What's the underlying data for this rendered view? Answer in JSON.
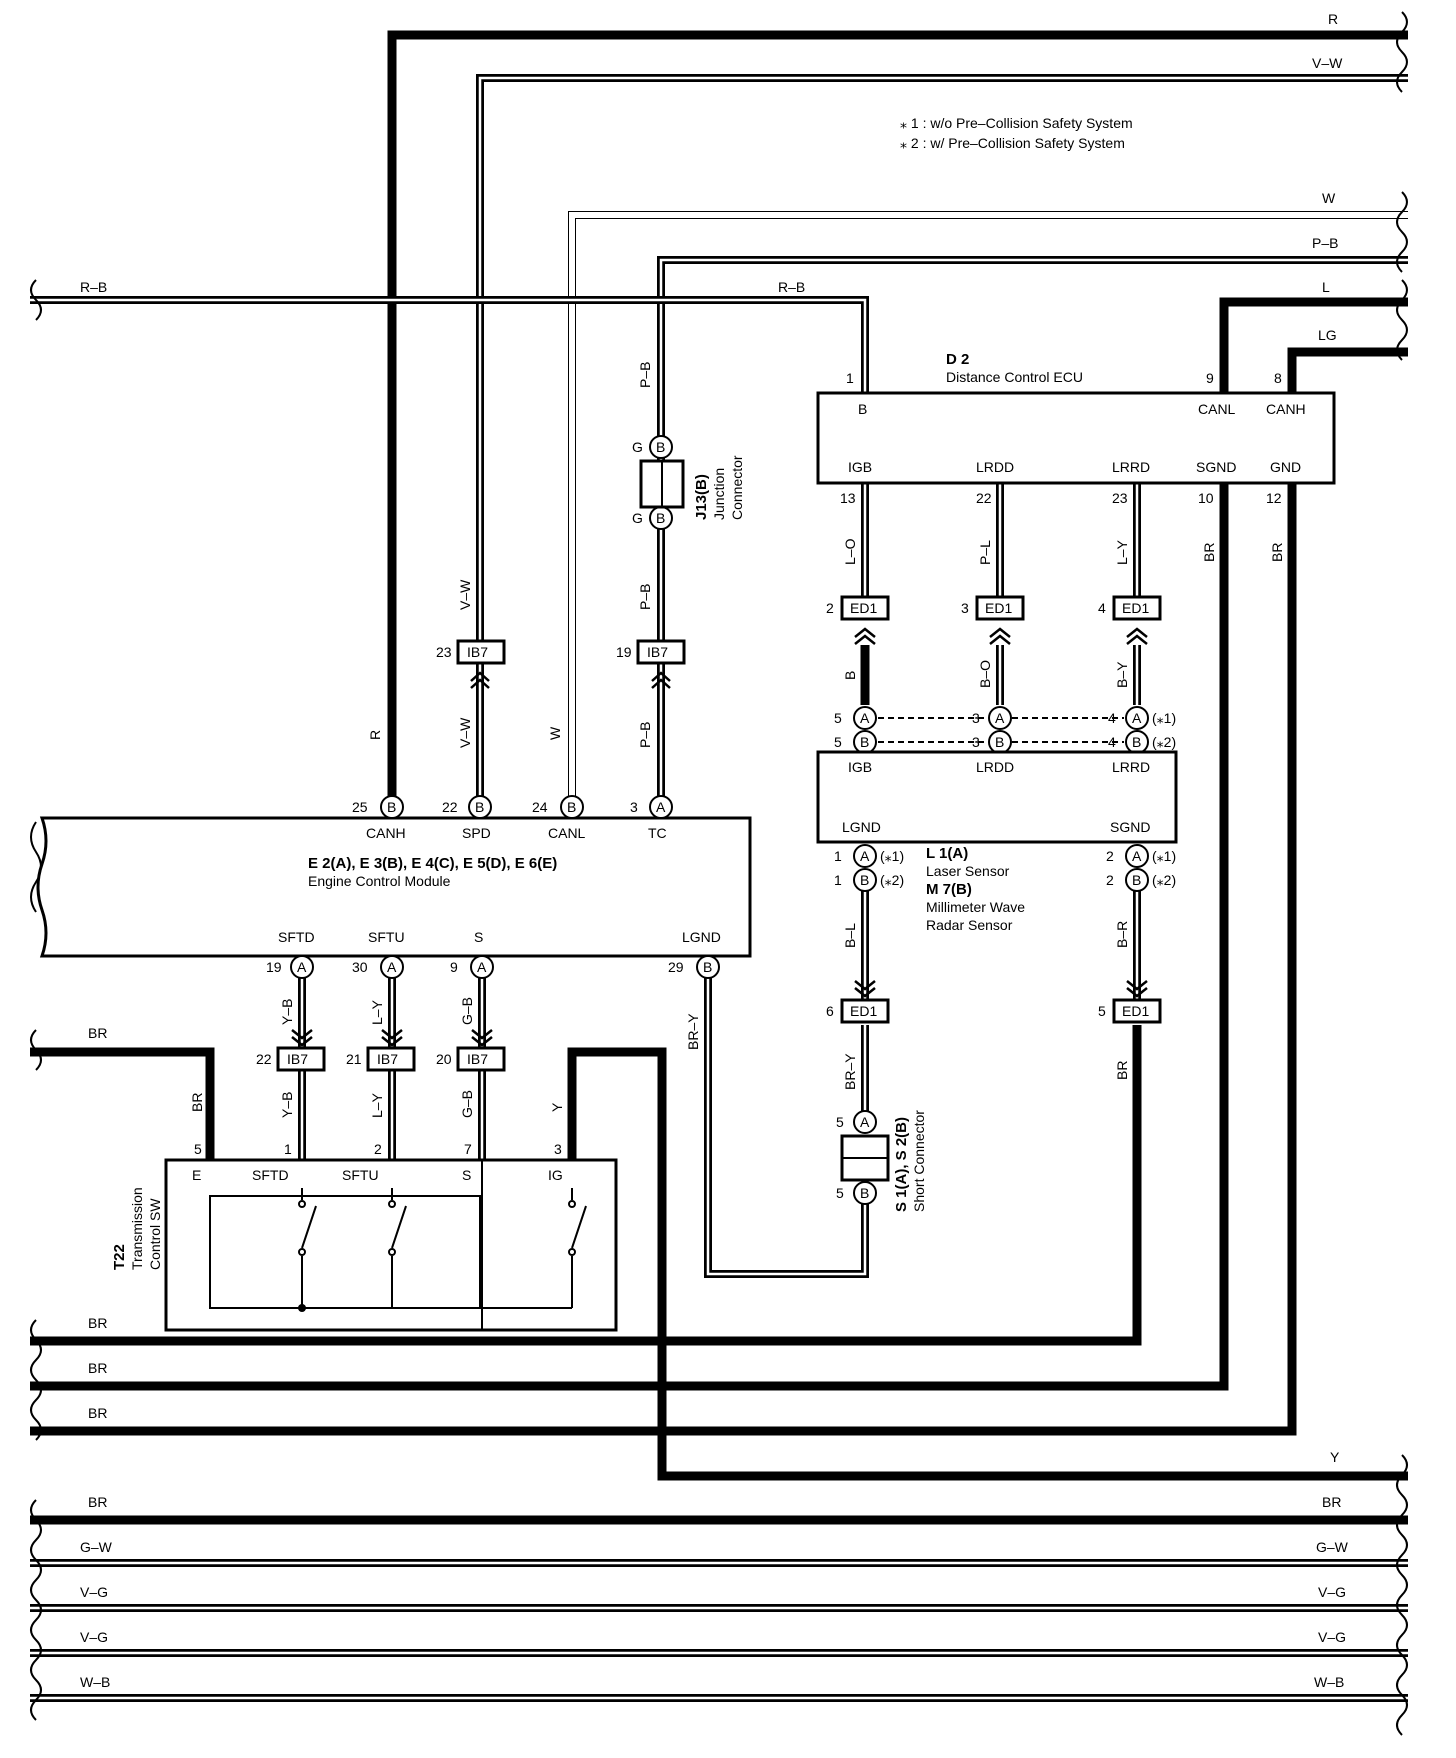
{
  "notes": {
    "n1": "⁎ 1 : w/o Pre–Collision Safety System",
    "n2": "⁎ 2 : w/ Pre–Collision Safety System"
  },
  "wires": {
    "R": "R",
    "VW": "V–W",
    "W": "W",
    "PB": "P–B",
    "RB": "R–B",
    "L": "L",
    "LG": "LG",
    "LO": "L–O",
    "PL": "P–L",
    "LY": "L–Y",
    "B": "B",
    "BO": "B–O",
    "BY": "B–Y",
    "BR": "BR",
    "BL": "B–L",
    "BRY": "BR–Y",
    "BRR": "B–R",
    "YB": "Y–B",
    "GB": "G–B",
    "Y": "Y",
    "GW": "G–W",
    "VG": "V–G",
    "WB": "W–B"
  },
  "d2": {
    "code": "D 2",
    "name": "Distance Control ECU",
    "B": "B",
    "CANL": "CANL",
    "CANH": "CANH",
    "IGB": "IGB",
    "LRDD": "LRDD",
    "LRRD": "LRRD",
    "SGND": "SGND",
    "GND": "GND",
    "p1": "1",
    "p9": "9",
    "p8": "8",
    "p13": "13",
    "p22": "22",
    "p23": "23",
    "p10": "10",
    "p12": "12"
  },
  "ecm": {
    "code": "E 2(A), E 3(B), E 4(C), E 5(D), E 6(E)",
    "name": "Engine Control Module",
    "CANH": "CANH",
    "SPD": "SPD",
    "CANL": "CANL",
    "TC": "TC",
    "SFTD": "SFTD",
    "SFTU": "SFTU",
    "S": "S",
    "LGND": "LGND",
    "p25": "25",
    "p22": "22",
    "p24": "24",
    "p3": "3",
    "p19": "19",
    "p30": "30",
    "p9": "9",
    "p29": "29"
  },
  "sensor": {
    "code1": "L 1(A)",
    "name1": "Laser Sensor",
    "code2": "M 7(B)",
    "name2a": "Millimeter Wave",
    "name2b": "Radar Sensor",
    "IGB": "IGB",
    "LRDD": "LRDD",
    "LRRD": "LRRD",
    "LGND": "LGND",
    "SGND": "SGND",
    "p5": "5",
    "p3": "3",
    "p4": "4",
    "p1": "1",
    "p2": "2",
    "s1": "(⁎1)",
    "s2": "(⁎2)"
  },
  "j13": {
    "code": "J13(B)",
    "name1": "Junction",
    "name2": "Connector",
    "pin": "G"
  },
  "short": {
    "code": "S 1(A), S 2(B)",
    "name": "Short Connector",
    "p5": "5"
  },
  "t22": {
    "code": "T22",
    "name1": "Transmission",
    "name2": "Control SW",
    "E": "E",
    "SFTD": "SFTD",
    "SFTU": "SFTU",
    "S": "S",
    "IG": "IG",
    "p5": "5",
    "p1": "1",
    "p2": "2",
    "p7": "7",
    "p3": "3"
  },
  "connectors": {
    "ib7": "IB7",
    "ed1": "ED1",
    "A": "A",
    "B": "B",
    "n23": "23",
    "n19": "19",
    "n22": "22",
    "n21": "21",
    "n20": "20",
    "n2": "2",
    "n3": "3",
    "n4": "4",
    "n6": "6",
    "n5": "5"
  }
}
